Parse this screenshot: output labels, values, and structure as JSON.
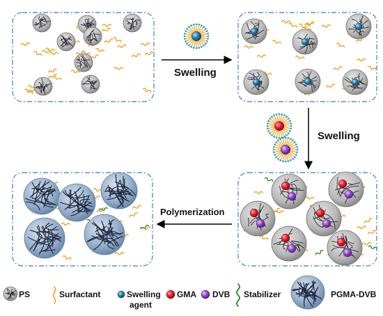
{
  "steps": {
    "swelling_1": "Swelling",
    "swelling_2": "Swelling",
    "polymerization": "Polymerization"
  },
  "legend": {
    "ps": "PS",
    "surfactant": "Surfactant",
    "swelling_agent_line1": "Swelling",
    "swelling_agent_line2": "agent",
    "gma": "GMA",
    "dvb": "DVB",
    "stabilizer": "Stabilizer",
    "pgma_dvb": "PGMA-DVB"
  },
  "colors": {
    "frame": "#5b8fd0",
    "ps_fill": "#c3c3c3",
    "ps_shadow": "#8c8c8c",
    "polymer_line": "#2b2b35",
    "surfactant": "#f0a020",
    "swelling_agent": "#1a6e9a",
    "gma": "#e41a2a",
    "dvb": "#8a3fc0",
    "stabilizer": "#2f8a2f",
    "pgma_dvb_fill": "#8aa8c8"
  }
}
